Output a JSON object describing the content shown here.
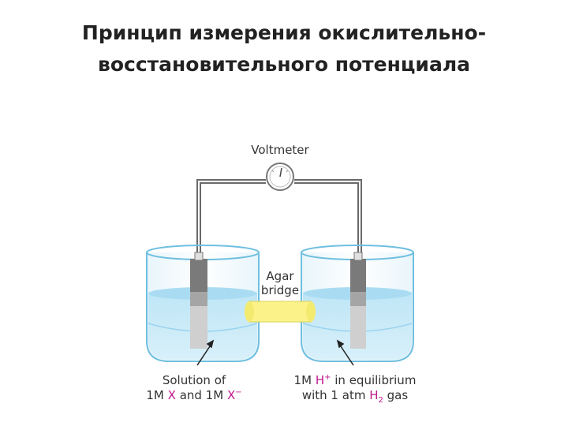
{
  "slide": {
    "title_line1": "Принцип измерения окислительно-",
    "title_line2": "восстановительного потенциала"
  },
  "diagram": {
    "voltmeter_label": "Voltmeter",
    "bridge_label_line1": "Agar",
    "bridge_label_line2": "bridge",
    "left_caption": {
      "line1": "Solution of",
      "line2_prefix": "1M ",
      "line2_x": "X",
      "line2_mid": " and 1M ",
      "line2_xion": "X",
      "line2_xion_sup": "−"
    },
    "right_caption": {
      "line1_prefix": "1M ",
      "line1_h": "H",
      "line1_h_sup": "+",
      "line1_suffix": " in equilibrium",
      "line2_prefix": "with 1 atm ",
      "line2_h": "H",
      "line2_h_sub": "2",
      "line2_suffix": " gas"
    },
    "colors": {
      "solution": "#c9e8f6",
      "solution_surface": "#a9dcf2",
      "bridge": "#fbf38a",
      "wire": "#666666",
      "highlight": "#c0188c",
      "electrode_dark": "#7a7a7a",
      "electrode_light": "#cfcfcf"
    }
  }
}
